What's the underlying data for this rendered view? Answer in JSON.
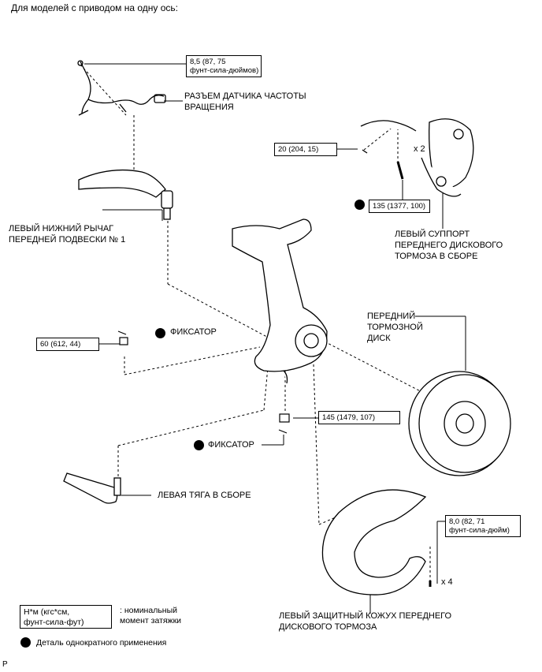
{
  "header": {
    "title": "Для моделей с приводом на одну ось:"
  },
  "labels": {
    "speed_sensor_connector": [
      "РАЗЪЕМ ДАТЧИКА ЧАСТОТЫ",
      "ВРАЩЕНИЯ"
    ],
    "lower_arm": [
      "ЛЕВЫЙ НИЖНИЙ РЫЧАГ",
      "ПЕРЕДНЕЙ ПОДВЕСКИ № 1"
    ],
    "caliper": [
      "ЛЕВЫЙ СУППОРТ",
      "ПЕРЕДНЕГО ДИСКОВОГО",
      "ТОРМОЗА В СБОРЕ"
    ],
    "disc": [
      "ПЕРЕДНИЙ",
      "ТОРМОЗНОЙ",
      "ДИСК"
    ],
    "clip_upper": "ФИКСАТОР",
    "clip_lower": "ФИКСАТОР",
    "tie_rod": "ЛЕВАЯ ТЯГА В СБОРЕ",
    "dust_cover": [
      "ЛЕВЫЙ ЗАЩИТНЫЙ КОЖУХ ПЕРЕДНЕГО",
      "ДИСКОВОГО ТОРМОЗА"
    ],
    "qty_bolts_caliper": "x 2",
    "qty_bolts_cover": "x 4"
  },
  "torques": {
    "sensor_bolt": [
      "8,5 (87, 75",
      "фунт-сила-дюймов)"
    ],
    "caliper_bracket": "20 (204, 15)",
    "caliper_bolt": "135 (1377, 100)",
    "lower_arm_nut": "60 (612, 44)",
    "tie_rod_nut": "145 (1479, 107)",
    "cover_bolt": [
      "8,0 (82, 71",
      "фунт-сила-дюйм)"
    ]
  },
  "legend": {
    "unit_box": [
      "Н*м (кгс*см,",
      "фунт-сила-фут)"
    ],
    "unit_desc": [
      ": номинальный",
      "момент затяжки"
    ],
    "non_reusable": "Деталь однократного применения"
  },
  "footer": {
    "code": "P"
  }
}
